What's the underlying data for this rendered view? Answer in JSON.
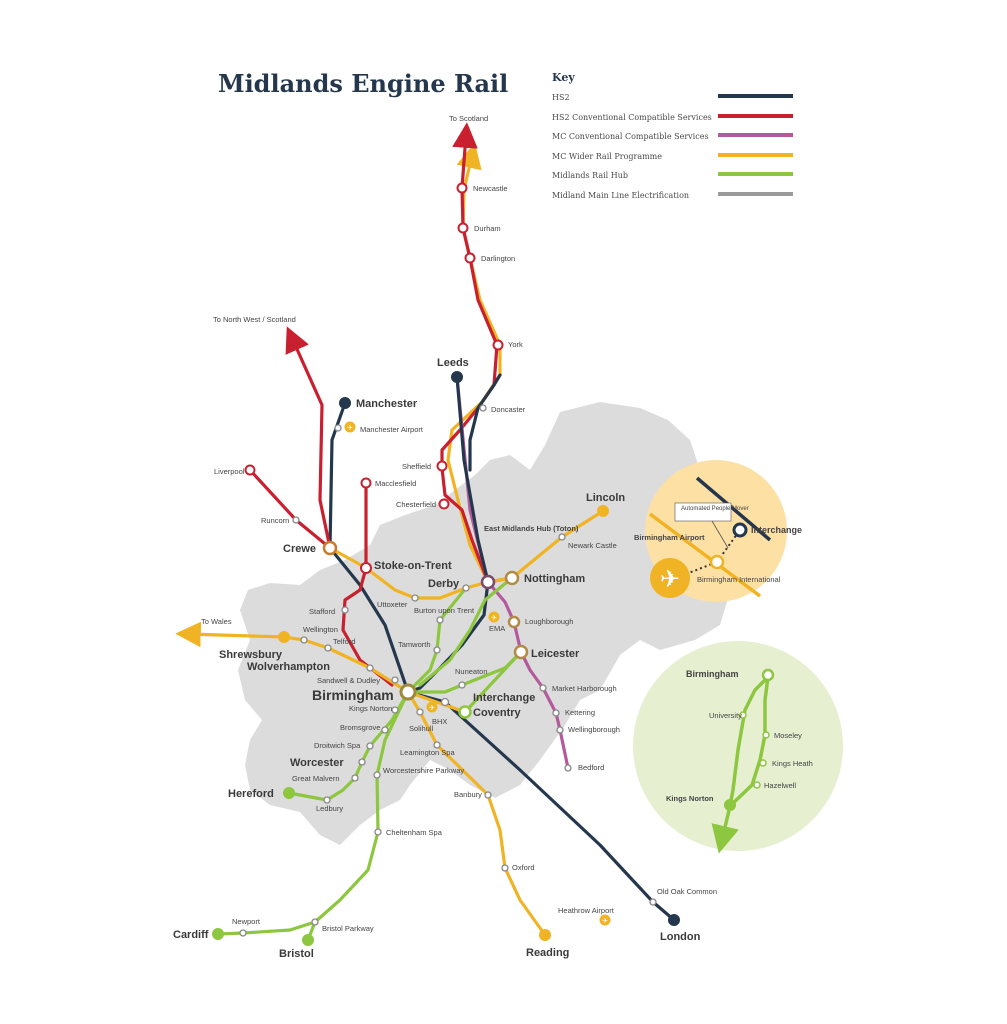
{
  "title": "Midlands Engine Rail",
  "key": {
    "heading": "Key",
    "items": [
      {
        "label": "HS2",
        "color": "#24374d"
      },
      {
        "label": "HS2 Conventional Compatible Services",
        "color": "#c8202f"
      },
      {
        "label": "MC Conventional Compatible Services",
        "color": "#b35a9c"
      },
      {
        "label": "MC Wider Rail Programme",
        "color": "#f0b323"
      },
      {
        "label": "Midlands Rail Hub",
        "color": "#8dc63f"
      },
      {
        "label": "Midland Main Line Electrification",
        "color": "#9a9a9a"
      }
    ]
  },
  "destinations": {
    "to_scotland": "To Scotland",
    "to_north_west": "To North West / Scotland",
    "to_wales": "To Wales"
  },
  "stations": {
    "newcastle": "Newcastle",
    "durham": "Durham",
    "darlington": "Darlington",
    "york": "York",
    "leeds": "Leeds",
    "doncaster": "Doncaster",
    "manchester": "Manchester",
    "manchester_airport": "Manchester Airport",
    "liverpool": "Liverpool",
    "runcorn": "Runcorn",
    "crewe": "Crewe",
    "macclesfield": "Macclesfield",
    "sheffield": "Sheffield",
    "chesterfield": "Chesterfield",
    "lincoln": "Lincoln",
    "east_midlands_hub": "East Midlands Hub (Toton)",
    "newark": "Newark Castle",
    "stoke": "Stoke-on-Trent",
    "derby": "Derby",
    "nottingham": "Nottingham",
    "uttoxeter": "Uttoxeter",
    "burton": "Burton upon Trent",
    "ema": "EMA",
    "loughborough": "Loughborough",
    "stafford": "Stafford",
    "wellington": "Wellington",
    "telford": "Telford",
    "tamworth": "Tamworth",
    "leicester": "Leicester",
    "shrewsbury": "Shrewsbury",
    "wolverhampton": "Wolverhampton",
    "sandwell": "Sandwell & Dudley",
    "nuneaton": "Nuneaton",
    "birmingham": "Birmingham",
    "interchange": "Interchange",
    "market_harborough": "Market Harborough",
    "kings_norton": "Kings Norton",
    "bhx": "BHX",
    "coventry": "Coventry",
    "kettering": "Kettering",
    "bromsgrove": "Bromsgrove",
    "solihull": "Solihull",
    "wellingborough": "Wellingborough",
    "droitwich": "Droitwich Spa",
    "leamington": "Leamington Spa",
    "worcester": "Worcester",
    "great_malvern": "Great Malvern",
    "worcestershire_parkway": "Worcestershire Parkway",
    "bedford": "Bedford",
    "hereford": "Hereford",
    "banbury": "Banbury",
    "ledbury": "Ledbury",
    "cheltenham": "Cheltenham Spa",
    "oxford": "Oxford",
    "old_oak_common": "Old Oak Common",
    "heathrow": "Heathrow Airport",
    "newport": "Newport",
    "cardiff": "Cardiff",
    "bristol_parkway": "Bristol Parkway",
    "bristol": "Bristol",
    "reading": "Reading",
    "london": "London"
  },
  "inset_airport": {
    "people_mover": "Automated People Mover",
    "interchange": "Interchange",
    "airport": "Birmingham Airport",
    "international": "Birmingham International"
  },
  "inset_crossrail": {
    "birmingham": "Birmingham",
    "university": "University",
    "moseley": "Moseley",
    "kings_heath": "Kings Heath",
    "hazelwell": "Hazelwell",
    "kings_norton": "Kings Norton"
  }
}
